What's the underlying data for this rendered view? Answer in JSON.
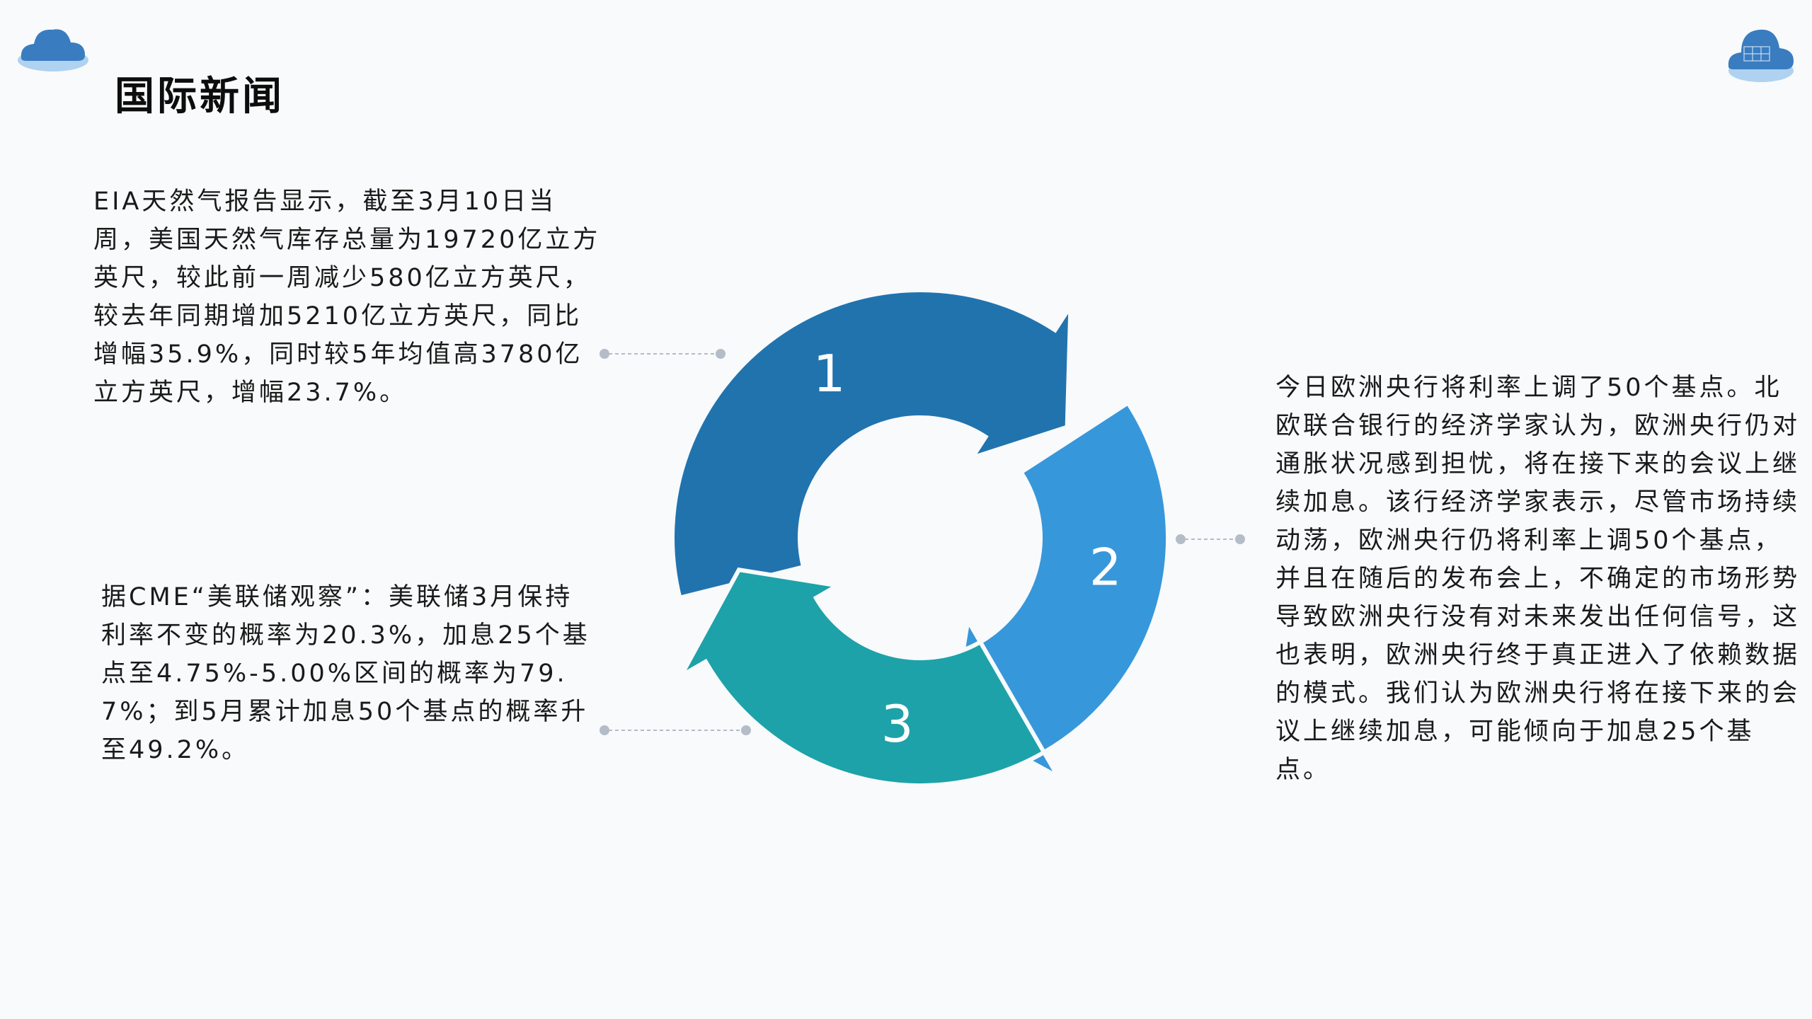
{
  "header": {
    "title": "国际新闻"
  },
  "diagram": {
    "steps": [
      {
        "number": "1",
        "color": "#2173ae"
      },
      {
        "number": "2",
        "color": "#3797db"
      },
      {
        "number": "3",
        "color": "#1da2a9"
      }
    ]
  },
  "news": {
    "item1": "EIA天然气报告显示，截至3月10日当周，美国天然气库存总量为19720亿立方英尺，较此前一周减少580亿立方英尺，较去年同期增加5210亿立方英尺，同比增幅35.9%，同时较5年均值高3780亿立方英尺，增幅23.7%。",
    "item2": "据CME“美联储观察”：美联储3月保持利率不变的概率为20.3%，加息25个基点至4.75%-5.00%区间的概率为79.7%；到5月累计加息50个基点的概率升至49.2%。",
    "item3": "今日欧洲央行将利率上调了50个基点。北欧联合银行的经济学家认为，欧洲央行仍对通胀状况感到担忧，将在接下来的会议上继续加息。该行经济学家表示，尽管市场持续动荡，欧洲央行仍将利率上调50个基点，并且在随后的发布会上，不确定的市场形势导致欧洲央行没有对未来发出任何信号，这也表明，欧洲央行终于真正进入了依赖数据的模式。我们认为欧洲央行将在接下来的会议上继续加息，可能倾向于加息25个基点。"
  }
}
